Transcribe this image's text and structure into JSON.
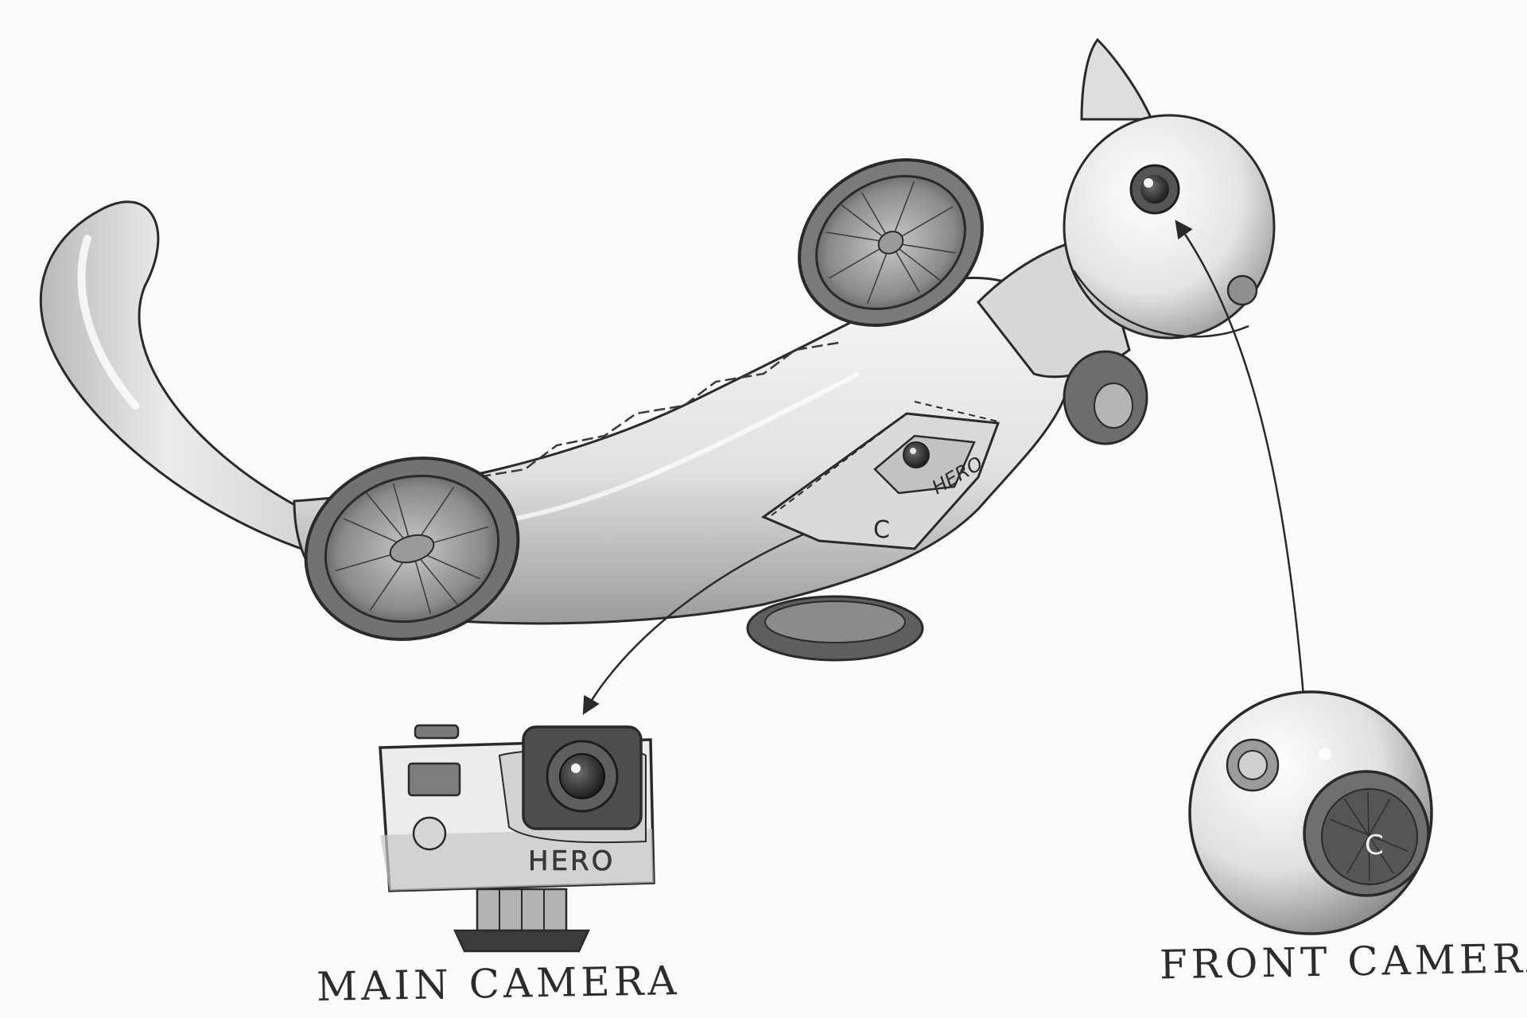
{
  "labels": {
    "main_camera": "MAIN CAMERA",
    "front_camera": "FRONT CAMERA"
  },
  "brand_marks": {
    "body_panel_text": "HERO",
    "camera_face_text": "HERO",
    "panel_letter": "C",
    "pod_letter": "C"
  },
  "colors": {
    "ink": "#2a2a2a",
    "shell": "#e9e9e9",
    "shadow": "#9d9d9d",
    "dark": "#474747",
    "paper": "#fbfbfa"
  }
}
